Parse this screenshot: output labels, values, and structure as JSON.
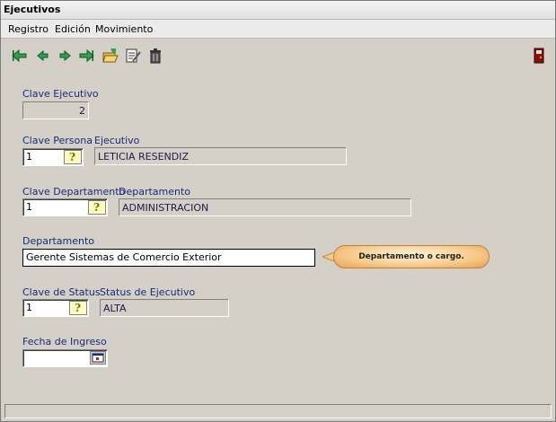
{
  "window": {
    "title": "Ejecutivos"
  },
  "menu": {
    "items": [
      "Registro",
      "Edición",
      "Movimiento"
    ]
  },
  "toolbar": {
    "icons": [
      "first-record-icon",
      "prev-record-icon",
      "next-record-icon",
      "last-record-icon",
      "open-icon",
      "edit-icon",
      "delete-icon"
    ],
    "exit_icon": "exit-door-icon"
  },
  "form": {
    "clave_ejecutivo": {
      "label": "Clave Ejecutivo",
      "value": "2"
    },
    "clave_persona": {
      "label": "Clave Persona",
      "value": "1"
    },
    "ejecutivo": {
      "label": "Ejecutivo",
      "value": "LETICIA RESENDIZ"
    },
    "clave_departamento": {
      "label": "Clave Departamento",
      "value": "1"
    },
    "departamento_desc": {
      "label": "Departamento",
      "value": "ADMINISTRACION"
    },
    "departamento": {
      "label": "Departamento",
      "value": "Gerente Sistemas de Comercio Exterior"
    },
    "tooltip": "Departamento o cargo.",
    "clave_status": {
      "label": "Clave de Status",
      "value": "1"
    },
    "status_ejecutivo": {
      "label": "Status de Ejecutivo",
      "value": "ALTA"
    },
    "fecha_ingreso": {
      "label": "Fecha de Ingreso",
      "value": ""
    }
  },
  "lookup_glyph": "?"
}
